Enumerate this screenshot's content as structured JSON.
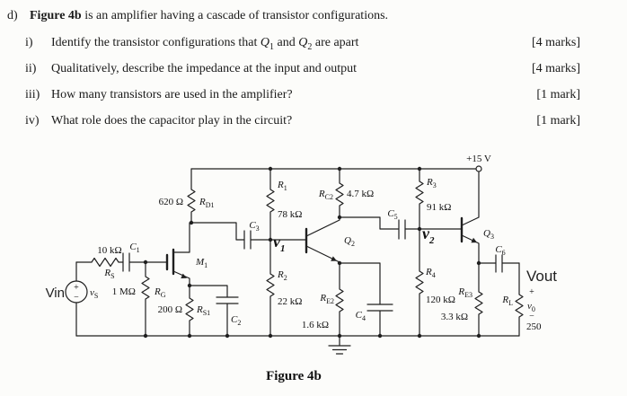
{
  "question": {
    "part_label": "d)",
    "intro_bold": "Figure 4b",
    "intro_rest": " is an amplifier having a cascade of transistor configurations.",
    "items": [
      {
        "num": "i)",
        "pre": "Identify the transistor configurations that ",
        "sym1": "Q",
        "sub1": "1",
        "mid": " and ",
        "sym2": "Q",
        "sub2": "2",
        "post": " are apart",
        "marks": "[4 marks]"
      },
      {
        "num": "ii)",
        "pre": "Qualitatively, describe the impedance at the input and output",
        "sym1": "",
        "sub1": "",
        "mid": "",
        "sym2": "",
        "sub2": "",
        "post": "",
        "marks": "[4 marks]"
      },
      {
        "num": "iii)",
        "pre": "How many transistors are used in the amplifier?",
        "sym1": "",
        "sub1": "",
        "mid": "",
        "sym2": "",
        "sub2": "",
        "post": "",
        "marks": "[1 mark]"
      },
      {
        "num": "iv)",
        "pre": "What role does the capacitor play in the circuit?",
        "sym1": "",
        "sub1": "",
        "mid": "",
        "sym2": "",
        "sub2": "",
        "post": "",
        "marks": "[1 mark]"
      }
    ]
  },
  "circuit": {
    "supply_label": "+15 V",
    "caption": "Figure 4b",
    "vin_label": "Vin",
    "source_plus": "+",
    "source_minus": "−",
    "vs": {
      "sym": "v",
      "sub": "S"
    },
    "rs": {
      "sym": "R",
      "sub": "S",
      "value": "10 kΩ"
    },
    "c1": {
      "sym": "C",
      "sub": "1"
    },
    "rg": {
      "sym": "R",
      "sub": "G",
      "value": "1 MΩ"
    },
    "m1": {
      "sym": "M",
      "sub": "1"
    },
    "rd1": {
      "sym": "R",
      "sub": "D1",
      "value": "620 Ω"
    },
    "rs1": {
      "sym": "R",
      "sub": "S1",
      "value": "200 Ω"
    },
    "c2": {
      "sym": "C",
      "sub": "2"
    },
    "c3": {
      "sym": "C",
      "sub": "3"
    },
    "r1": {
      "sym": "R",
      "sub": "1",
      "value": "78 kΩ"
    },
    "r2": {
      "sym": "R",
      "sub": "2",
      "value": "22 kΩ"
    },
    "v1": {
      "sym": "v",
      "sub": "1"
    },
    "q2": {
      "sym": "Q",
      "sub": "2"
    },
    "rc2": {
      "sym": "R",
      "sub": "C2",
      "value": "4.7 kΩ"
    },
    "re2": {
      "sym": "R",
      "sub": "E2",
      "value": "1.6 kΩ"
    },
    "c4": {
      "sym": "C",
      "sub": "4"
    },
    "c5": {
      "sym": "C",
      "sub": "5"
    },
    "r3": {
      "sym": "R",
      "sub": "3",
      "value": "91 kΩ"
    },
    "r4": {
      "sym": "R",
      "sub": "4",
      "value": "120 kΩ"
    },
    "v2": {
      "sym": "v",
      "sub": "2"
    },
    "q3": {
      "sym": "Q",
      "sub": "3"
    },
    "re3": {
      "sym": "R",
      "sub": "E3",
      "value": "3.3 kΩ"
    },
    "c6": {
      "sym": "C",
      "sub": "6"
    },
    "rl": {
      "sym": "R",
      "sub": "L"
    },
    "vout": {
      "label": "Vout",
      "plus": "+",
      "sym": "v",
      "sub": "0",
      "minus": "−",
      "value": "250"
    }
  }
}
